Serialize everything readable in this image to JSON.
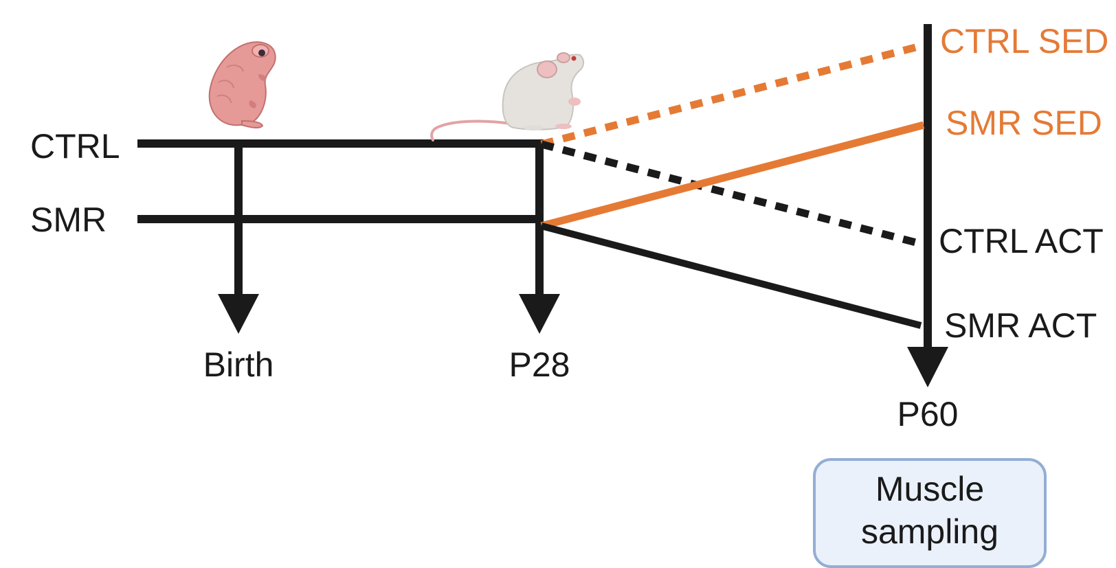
{
  "groups": {
    "ctrl": "CTRL",
    "smr": "SMR"
  },
  "timepoints": {
    "birth": "Birth",
    "p28": "P28",
    "p60": "P60"
  },
  "outcomes": {
    "ctrl_sed": "CTRL SED",
    "smr_sed": "SMR SED",
    "ctrl_act": "CTRL ACT",
    "smr_act": "SMR ACT"
  },
  "sampling": {
    "line1": "Muscle",
    "line2": "sampling"
  },
  "colors": {
    "line": "#1a1a1a",
    "accent": "#e57a35",
    "box_border": "#93aed4",
    "box_fill": "#eaf1fa"
  },
  "icons": {
    "pup": "newborn-mouse-pup-icon",
    "mouse": "adult-mouse-icon"
  }
}
